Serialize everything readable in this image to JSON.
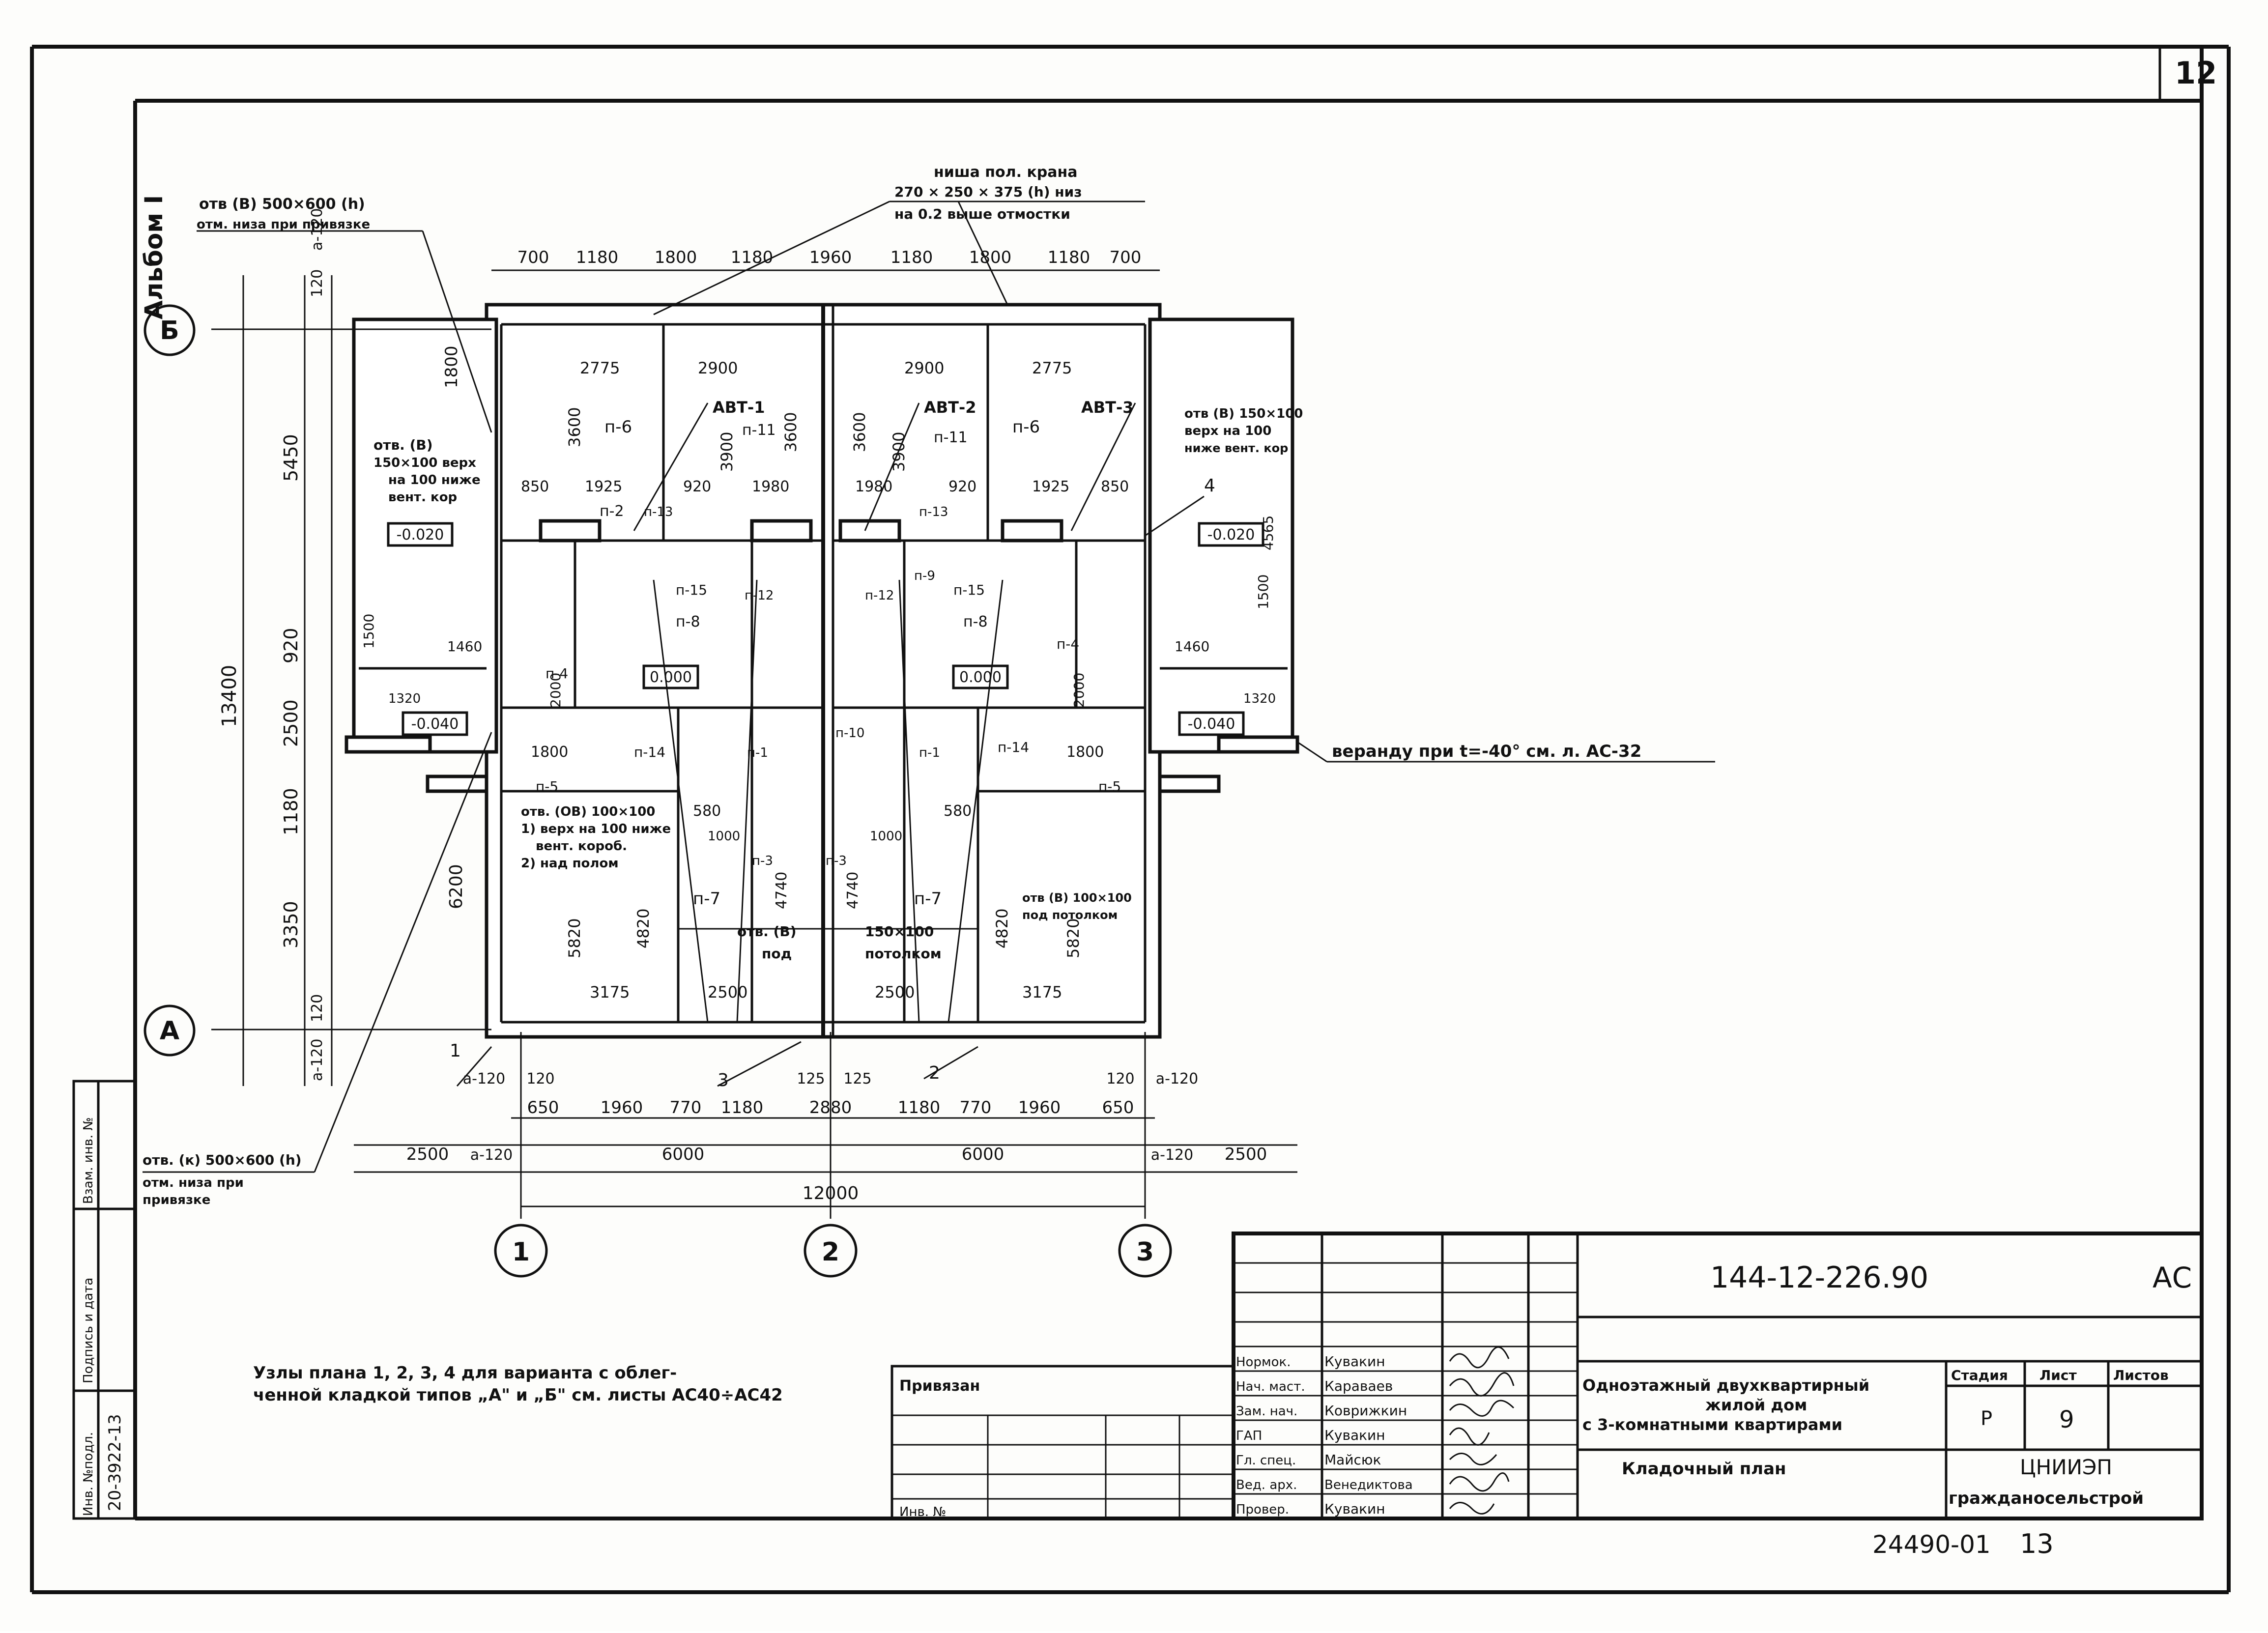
{
  "sheet_number": "12",
  "album_label": "Альбом I",
  "axes": {
    "letters": [
      "Б",
      "А"
    ],
    "numbers": [
      "1",
      "2",
      "3"
    ]
  },
  "top_dims": [
    "700",
    "1180",
    "1800",
    "1180",
    "1960",
    "1180",
    "1800",
    "1180",
    "700"
  ],
  "bottom_dims_row1": [
    "650",
    "1960",
    "770",
    "1180",
    "2880",
    "1180",
    "770",
    "1960",
    "650"
  ],
  "bottom_dims_row2": [
    "2500",
    "a-120",
    "6000",
    "6000",
    "a-120",
    "2500"
  ],
  "bottom_dims_total": "12000",
  "bottom_small": [
    "a-120",
    "120",
    "125",
    "125",
    "120",
    "a-120"
  ],
  "left_dims": [
    "120",
    "a-120",
    "5450",
    "920",
    "2500",
    "1180",
    "3350",
    "120",
    "a-120",
    "13400",
    "6200",
    "1800"
  ],
  "callouts": {
    "otv_top_left_1": "отв (В) 500×600 (h)",
    "otv_top_left_2": "отм. низа при привязке",
    "nisha_1": "ниша пол. крана",
    "nisha_2": "270 × 250 × 375 (h) низ",
    "nisha_3": "на 0.2 выше отмостки",
    "otv_bottom_left_1": "отв. (к) 500×600 (h)",
    "otv_bottom_left_2": "отм. низа при",
    "otv_bottom_left_3": "привязке",
    "veranda": "веранду при t=-40° см. л. АС-32",
    "otv_left_1": "отв. (В)",
    "otv_left_2": "150×100 верх",
    "otv_left_3": "на 100 ниже",
    "otv_left_4": "вент. кор",
    "otv_right_1": "отв (В) 150×100",
    "otv_right_2": "верх на 100",
    "otv_right_3": "ниже вент. кор",
    "otv_mid_1": "отв. (ОВ) 100×100",
    "otv_mid_2": "1) верх на 100 ниже",
    "otv_mid_3": "вент. короб.",
    "otv_mid_4": "2) над полом",
    "otv_center_1": "отв. (В)",
    "otv_center_2": "под",
    "otv_center_3": "150×100",
    "otv_center_4": "потолком",
    "otv_right2_1": "отв (В) 100×100",
    "otv_right2_2": "под потолком"
  },
  "room_labels": [
    "п-6",
    "п-6",
    "п-11",
    "п-11",
    "п-2",
    "п-7",
    "п-7",
    "п-8",
    "п-8",
    "п-9",
    "п-15",
    "п-15",
    "п-14",
    "п-14",
    "п-5",
    "п-5",
    "п-4",
    "п-4",
    "п-13",
    "п-13",
    "п-3",
    "п-3",
    "п-10",
    "п-1",
    "п-1",
    "п-12",
    "п-12"
  ],
  "marks": [
    "АВТ-1",
    "АВТ-2",
    "АВТ-3"
  ],
  "levels": [
    "-0.020",
    "-0.020",
    "0.000",
    "0.000",
    "-0.040",
    "-0.040"
  ],
  "inner_dims": [
    "2775",
    "2900",
    "2900",
    "2775",
    "3600",
    "3900",
    "3600",
    "3900",
    "3600",
    "1925",
    "920",
    "1980",
    "1980",
    "920",
    "1925",
    "850",
    "850",
    "5820",
    "4820",
    "4740",
    "4740",
    "4820",
    "5820",
    "3175",
    "2500",
    "2500",
    "3175",
    "1800",
    "1800",
    "2000",
    "2000",
    "1460",
    "1460",
    "1320",
    "1320",
    "580",
    "580",
    "1000",
    "1000",
    "4565",
    "1500",
    "1500"
  ],
  "leaders": [
    "1",
    "2",
    "3",
    "4"
  ],
  "note_line1": "Узлы плана 1, 2, 3, 4 для варианта с облег-",
  "note_line2": "ченной кладкой типов „А\" и „Б\" см. листы АС40÷АС42",
  "side_stamp": {
    "col1": "Инв. №подл.",
    "col2": "Подпись и дата",
    "col3": "Взам. инв. №",
    "inv_value": "20-3922-13"
  },
  "title_block": {
    "code": "144-12-226.90",
    "doc_mark": "АС",
    "object_line1": "Одноэтажный двухквартирный",
    "object_line2": "жилой дом",
    "object_line3": "с 3-комнатными квартирами",
    "sheet_name": "Кладочный план",
    "stage_label": "Стадия",
    "sheet_label": "Лист",
    "sheets_label": "Листов",
    "stage_value": "Р",
    "sheet_value": "9",
    "org1": "ЦНИИЭП",
    "org2": "гражданосельстрой",
    "privyazan": "Привязан",
    "inv_no": "Инв. №",
    "roles": [
      "Нормок.",
      "Нач. маст.",
      "Зам. нач.",
      "ГАП",
      "Гл. спец.",
      "Вед. арх.",
      "Провер."
    ],
    "names": [
      "Кувакин",
      "Караваев",
      "Коврижкин",
      "Кувакин",
      "Майсюк",
      "Венедиктова",
      "Кувакин"
    ]
  },
  "bottom_code": "24490-01",
  "bottom_page": "13"
}
